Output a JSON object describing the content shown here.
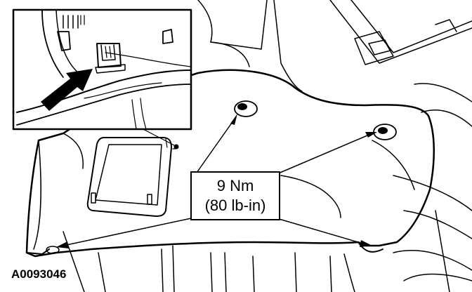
{
  "diagram": {
    "torque_metric": "9 Nm",
    "torque_imperial": "(80 lb-in)",
    "figure_id": "A0093046"
  },
  "colors": {
    "line": "#000000",
    "background": "#ffffff"
  },
  "icons": {
    "inset": "detail-view",
    "pointer": "arrow-icon",
    "fastener": "nut-icon"
  }
}
